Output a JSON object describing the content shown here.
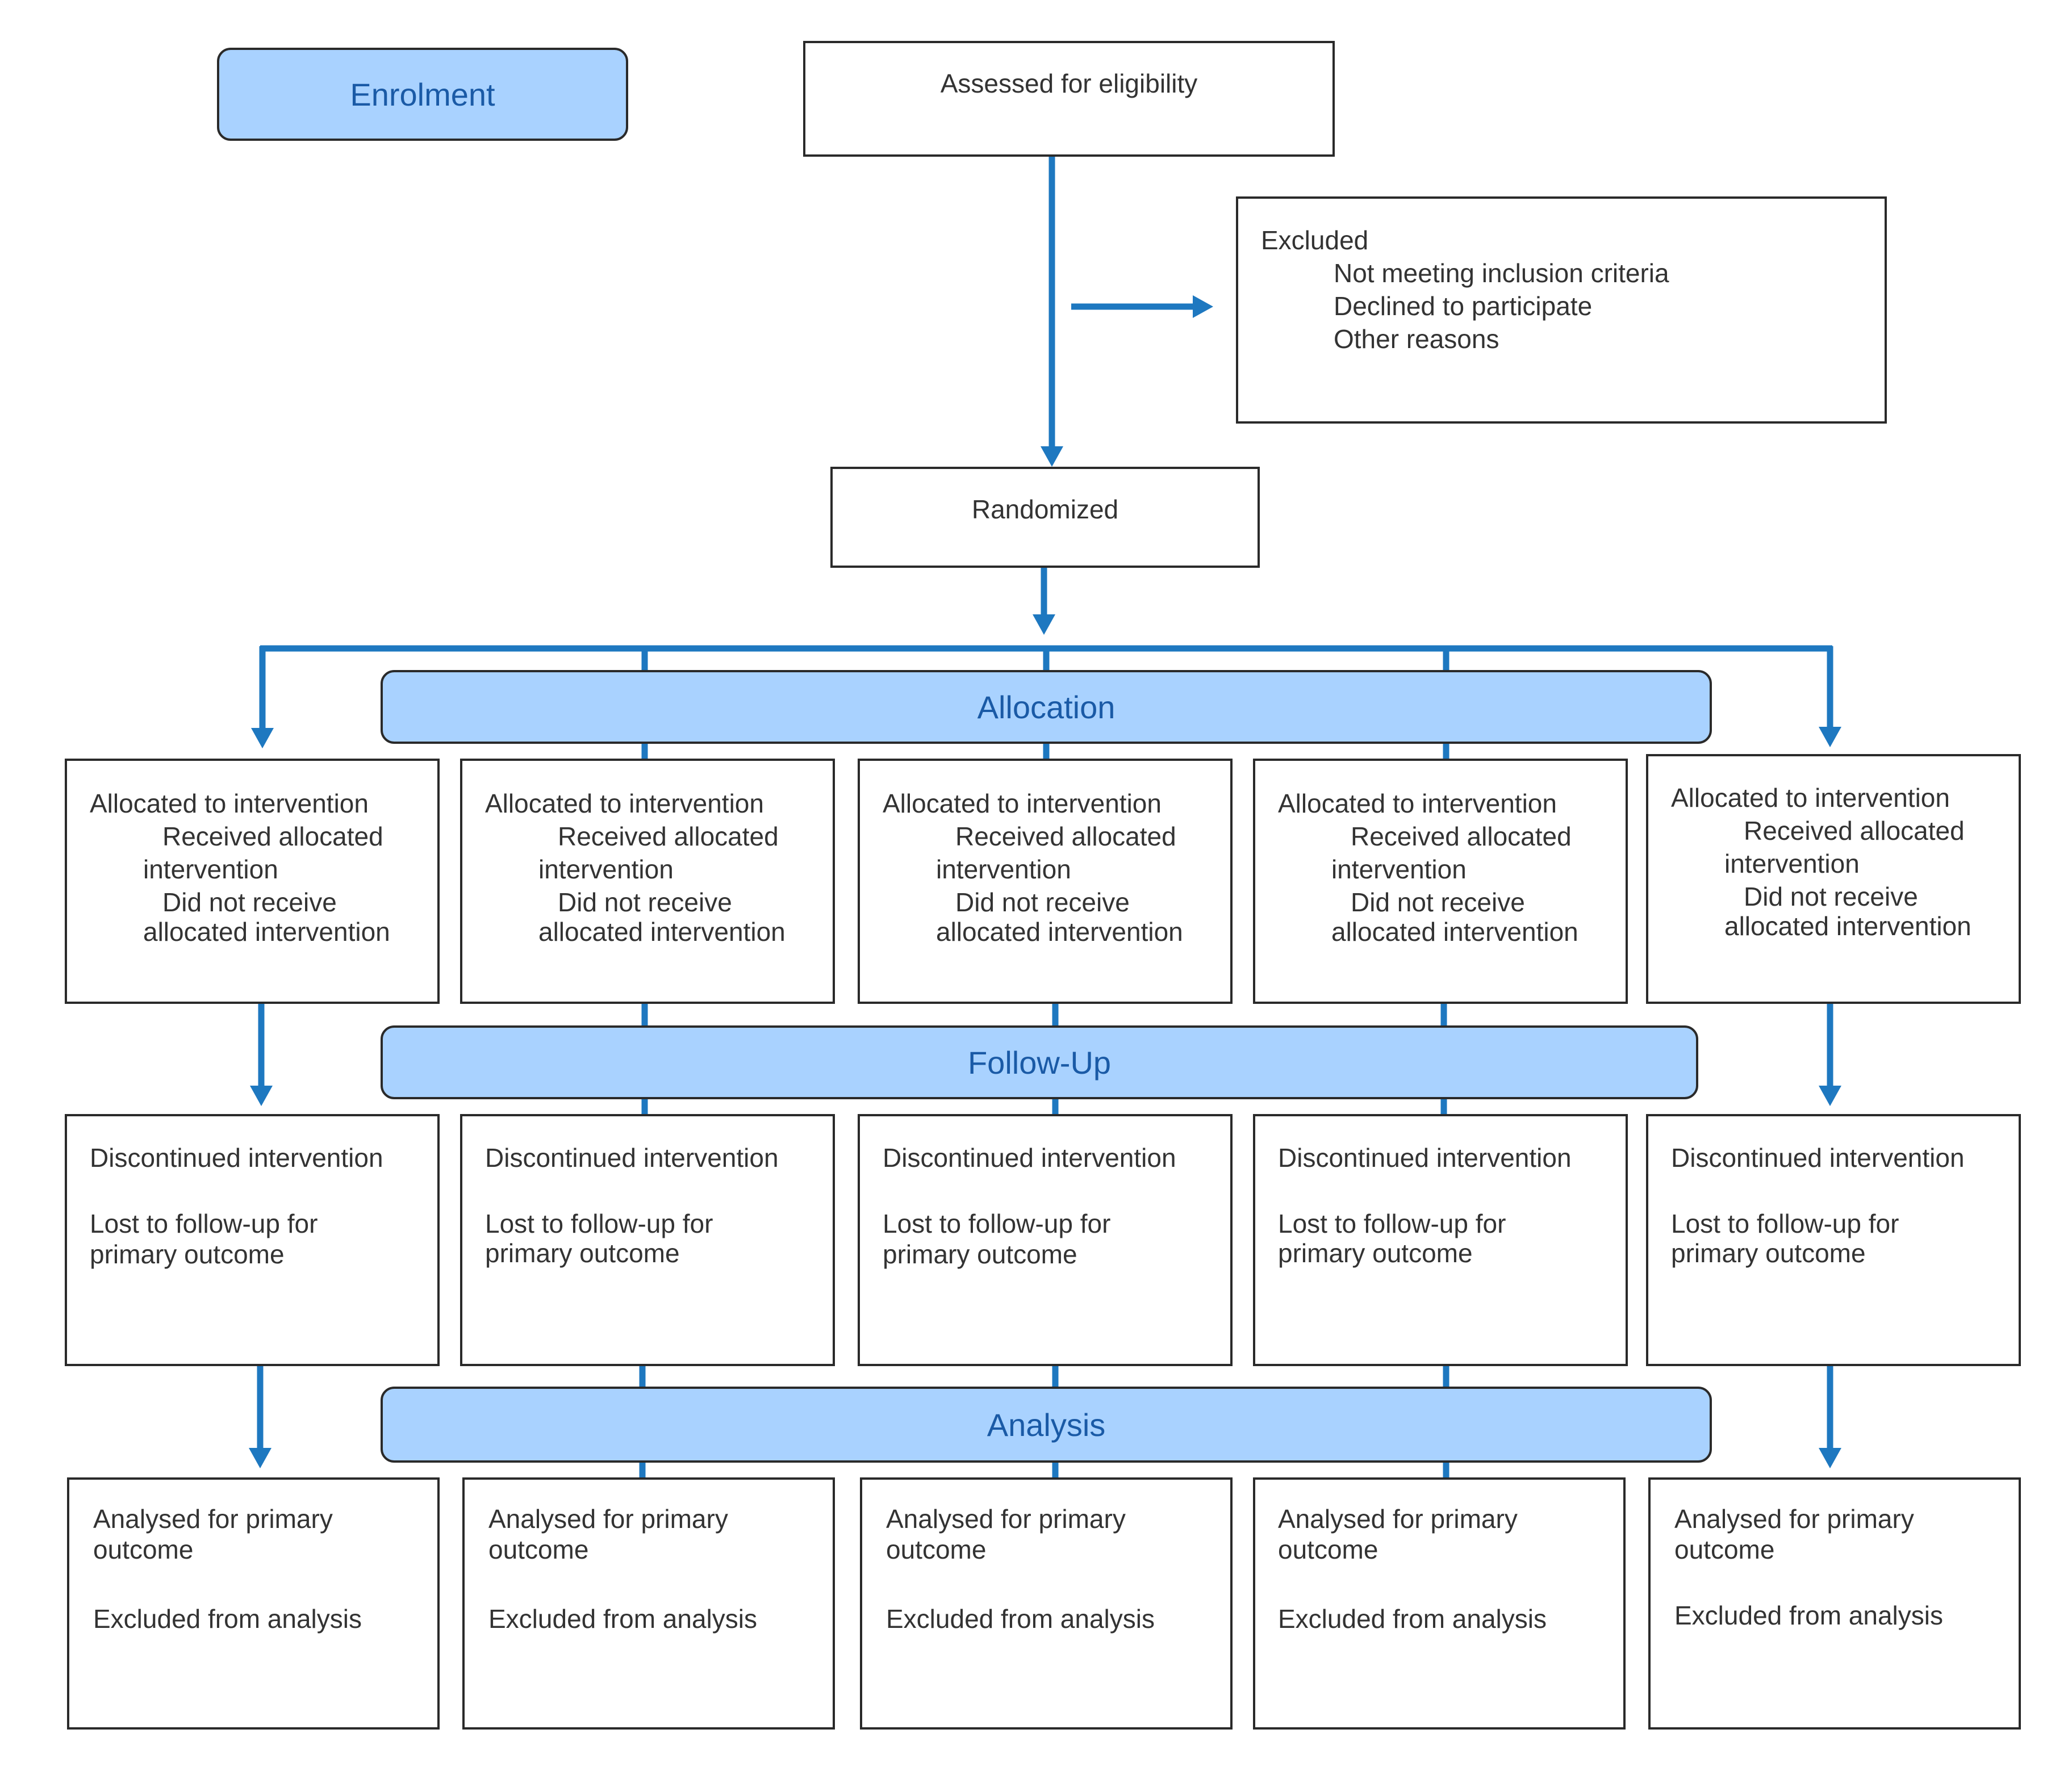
{
  "colors": {
    "arrow": "#1e78c0",
    "stage_fill": "#a9d2ff",
    "stage_text": "#1a5aa6",
    "border": "#2a2a2a"
  },
  "stages": {
    "enrolment": "Enrolment",
    "allocation": "Allocation",
    "follow_up": "Follow-Up",
    "analysis": "Analysis"
  },
  "assessed": "Assessed for eligibility",
  "excluded": {
    "title": "Excluded",
    "items": [
      "Not meeting inclusion criteria",
      "Declined to participate",
      "Other reasons"
    ]
  },
  "randomized": "Randomized",
  "allocation_boxes": [
    {
      "line1": "Allocated to intervention",
      "line2": "Received allocated",
      "line3": "intervention",
      "line4": "Did not receive",
      "line5": "allocated intervention"
    },
    {
      "line1": "Allocated to intervention",
      "line2": "Received allocated",
      "line3": "intervention",
      "line4": "Did not receive",
      "line5": "allocated intervention"
    },
    {
      "line1": "Allocated to intervention",
      "line2": "Received allocated",
      "line3": "intervention",
      "line4": "Did not receive",
      "line5": "allocated intervention"
    },
    {
      "line1": "Allocated to intervention",
      "line2": "Received allocated",
      "line3": "intervention",
      "line4": "Did not receive",
      "line5": "allocated intervention"
    },
    {
      "line1": "Allocated to intervention",
      "line2": "Received allocated",
      "line3": "intervention",
      "line4": "Did not receive",
      "line5": "allocated intervention"
    }
  ],
  "followup_boxes": [
    {
      "line1": "Discontinued intervention",
      "line2": "Lost to follow-up for",
      "line3": "primary outcome"
    },
    {
      "line1": "Discontinued intervention",
      "line2": "Lost to follow-up for",
      "line3": "primary outcome"
    },
    {
      "line1": "Discontinued intervention",
      "line2": "Lost to follow-up for",
      "line3": "primary outcome"
    },
    {
      "line1": "Discontinued intervention",
      "line2": "Lost to follow-up for",
      "line3": "primary outcome"
    },
    {
      "line1": "Discontinued intervention",
      "line2": "Lost to follow-up for",
      "line3": "primary outcome"
    }
  ],
  "analysis_boxes": [
    {
      "line1": "Analysed for primary",
      "line2": "outcome",
      "line3": "Excluded from analysis"
    },
    {
      "line1": "Analysed for primary",
      "line2": "outcome",
      "line3": "Excluded from analysis"
    },
    {
      "line1": "Analysed for primary",
      "line2": "outcome",
      "line3": "Excluded from analysis"
    },
    {
      "line1": "Analysed for primary",
      "line2": "outcome",
      "line3": "Excluded from analysis"
    },
    {
      "line1": "Analysed for primary",
      "line2": "outcome",
      "line3": "Excluded from analysis"
    }
  ]
}
